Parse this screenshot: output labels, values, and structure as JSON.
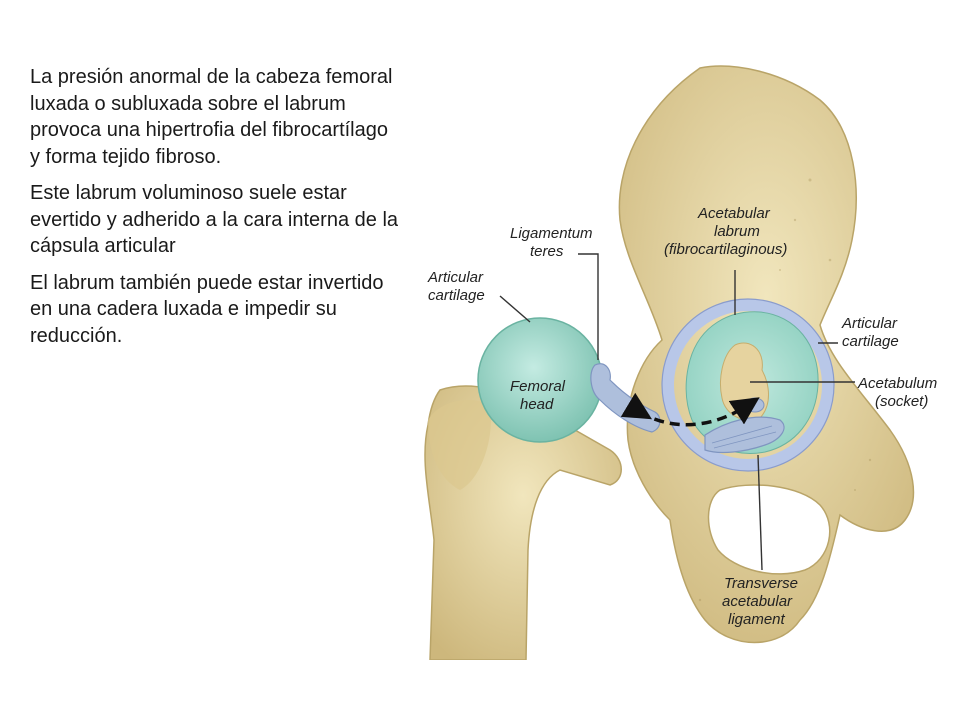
{
  "slide": {
    "paragraphs": [
      "La presión anormal de la cabeza femoral luxada o subluxada sobre el labrum provoca una hipertrofia del fibrocartílago y forma tejido fibroso.",
      "Este labrum voluminoso suele estar evertido y adherido a la cara interna de la cápsula articular",
      " El labrum también puede estar invertido en una cadera luxada e impedir su reducción."
    ]
  },
  "figure": {
    "labels": {
      "ligamentum_teres": [
        "Ligamentum",
        "teres"
      ],
      "articular_cartilage_left": [
        "Articular",
        "cartilage"
      ],
      "femoral_head": [
        "Femoral",
        "head"
      ],
      "acetabular_labrum": [
        "Acetabular",
        "labrum",
        "(fibrocartilaginous)"
      ],
      "articular_cartilage_right": [
        "Articular",
        "cartilage"
      ],
      "acetabulum": [
        "Acetabulum",
        "(socket)"
      ],
      "transverse_ligament": [
        "Transverse",
        "acetabular",
        "ligament"
      ]
    },
    "colors": {
      "bone": "#e8d9a6",
      "bone_shadow": "#c9b47a",
      "cartilage": "#a9dcd0",
      "labrum": "#b8c7e8",
      "ligament": "#aebfdc",
      "leader": "#333333"
    }
  }
}
